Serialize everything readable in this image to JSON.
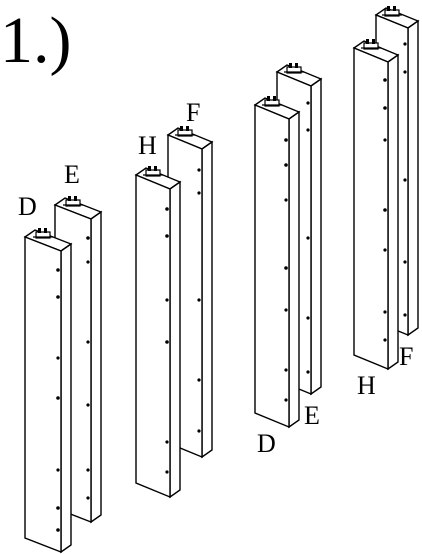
{
  "step": "1.)",
  "group_left": {
    "front": "D",
    "back": "E"
  },
  "group_mid": {
    "front": "H",
    "back": "F"
  },
  "group_right_de": {
    "front": "D",
    "back": "E"
  },
  "group_right_hf": {
    "front": "H",
    "back": "F"
  }
}
